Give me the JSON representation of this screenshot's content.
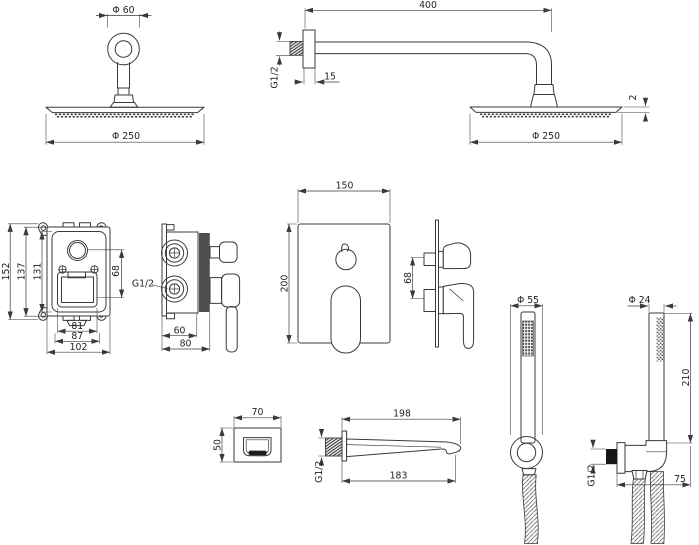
{
  "style": {
    "background": "#ffffff",
    "line_color": "#3a3a3a",
    "text_color": "#1f1f1f",
    "dark_fill": "#161616"
  },
  "figures": {
    "overhead_shower_front": {
      "dims": {
        "flange_diameter": "Φ 60",
        "head_diameter": "Φ 250"
      }
    },
    "shower_arm_side": {
      "dims": {
        "arm_length": "400",
        "thread": "G1/2",
        "flange_depth": "15",
        "head_diameter": "Φ 250",
        "head_thickness": "2"
      }
    },
    "mixer_body_front": {
      "dims": {
        "total_height": "152",
        "flange_height": "137",
        "body_height": "131",
        "outlet_spacing": "68",
        "width_inner": "81",
        "width_mid": "87",
        "width_outer": "102"
      }
    },
    "mixer_body_side": {
      "dims": {
        "thread": "G1/2",
        "depth_front": "60",
        "depth_total": "80"
      }
    },
    "trim_plate_front": {
      "dims": {
        "width": "150",
        "height": "200"
      }
    },
    "trim_plate_side": {
      "dims": {
        "handle_spacing": "68"
      }
    },
    "hand_shower_front": {
      "dims": {
        "holder_diameter": "Φ 55"
      }
    },
    "hand_shower_side": {
      "dims": {
        "handle_diameter": "Φ 24",
        "handle_length": "210",
        "thread": "G1/2",
        "wall_offset": "75"
      }
    },
    "spout_front": {
      "dims": {
        "width": "70",
        "height": "50"
      }
    },
    "spout_side": {
      "dims": {
        "length_total": "198",
        "length_to_tip": "183",
        "thread": "G1/2"
      }
    }
  }
}
